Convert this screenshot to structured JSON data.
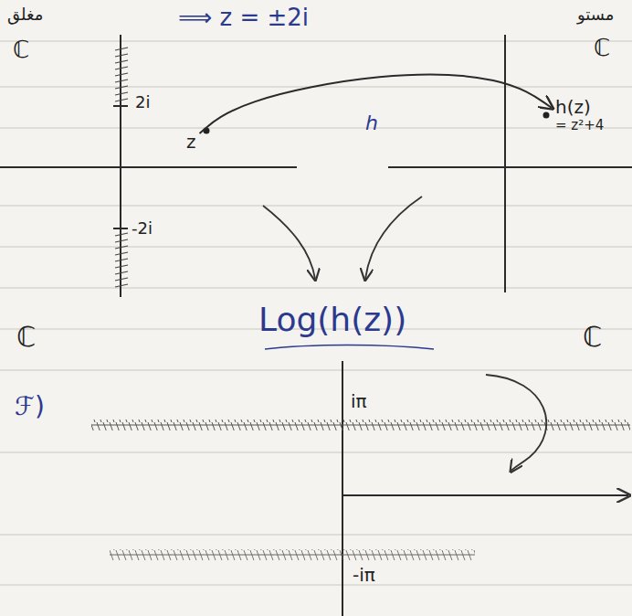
{
  "diagram": {
    "nodes": [
      {
        "text": [
          "z"
        ]
      },
      {
        "text": [
          "h(z)",
          "= z²+4"
        ]
      }
    ],
    "edges": [
      {
        "from": 0,
        "to": 1,
        "arrow": "to",
        "label": "h"
      }
    ],
    "labels": [
      "مغلق",
      "ℂ",
      "⟹ z = ±2i",
      "مستو",
      "ℂ",
      "2i",
      "-2i",
      "Log(h(z))",
      "ℂ",
      "ℂ",
      "ℱ)",
      "iπ",
      "-iπ"
    ]
  }
}
